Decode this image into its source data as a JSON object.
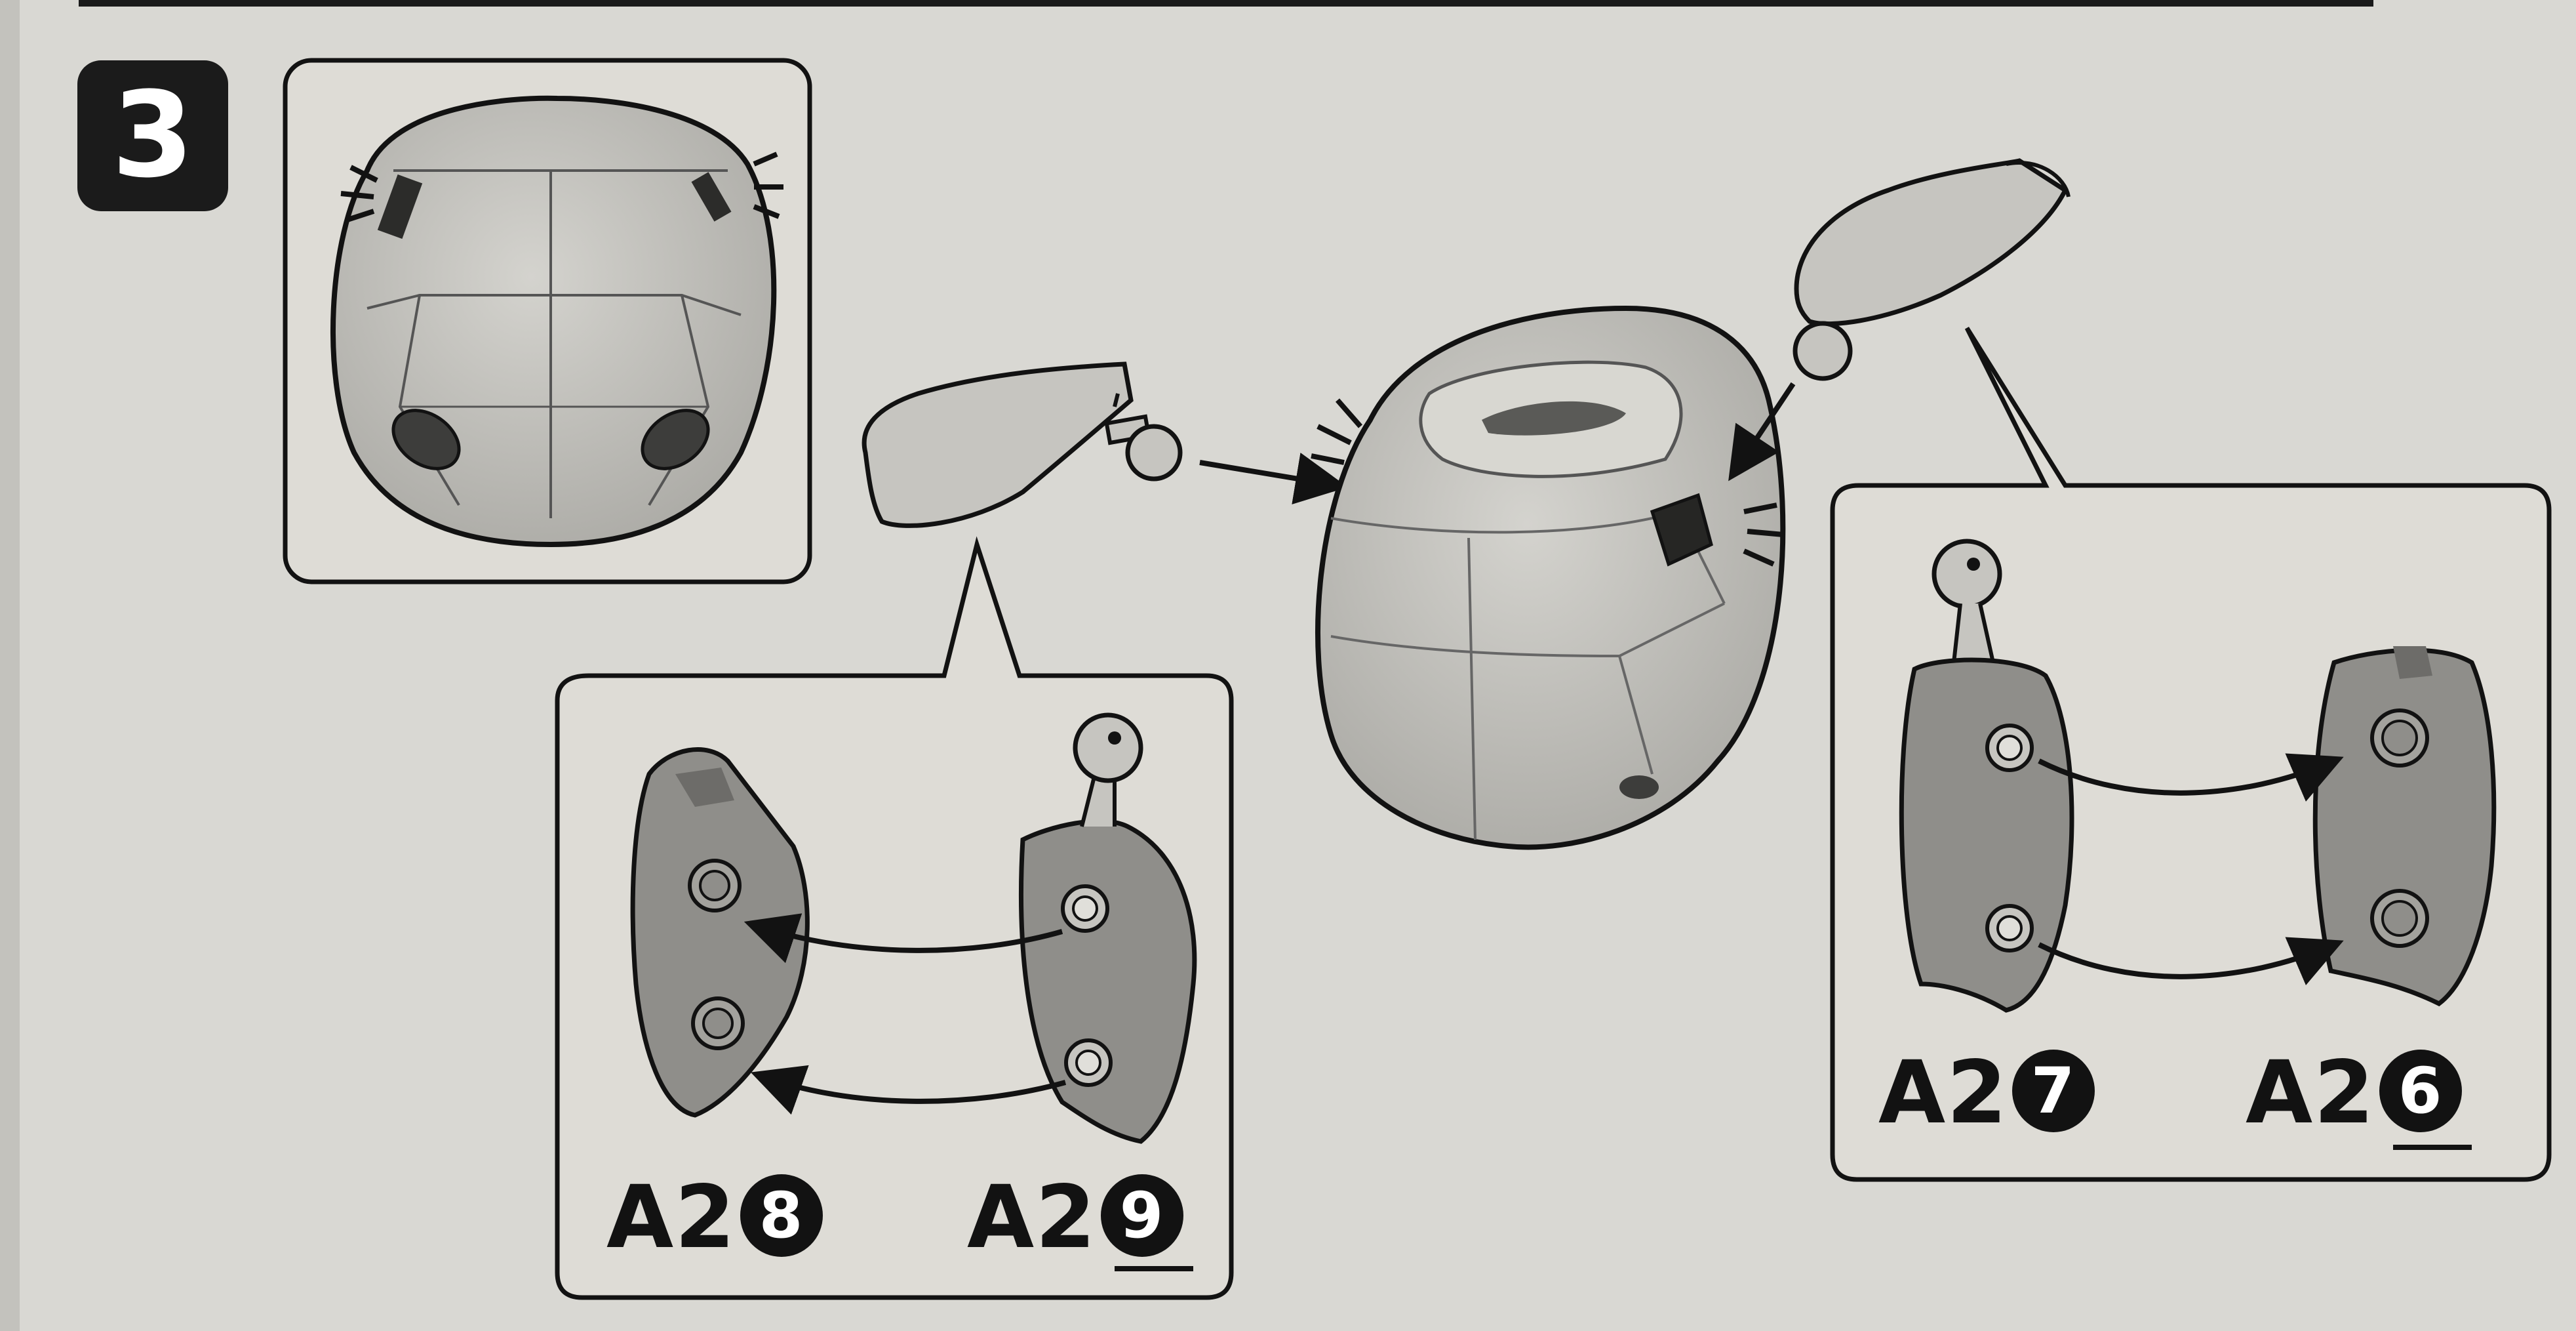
{
  "step": {
    "number": "3"
  },
  "detail_left": {
    "parts": [
      {
        "prefix": "A2",
        "number": "8",
        "underlined": false
      },
      {
        "prefix": "A2",
        "number": "9",
        "underlined": true
      }
    ]
  },
  "detail_right": {
    "parts": [
      {
        "prefix": "A2",
        "number": "7",
        "underlined": false
      },
      {
        "prefix": "A2",
        "number": "6",
        "underlined": true
      }
    ]
  },
  "colors": {
    "paper": "#d9d8d3",
    "ink": "#121212",
    "part_fill": "#c9c8c3",
    "part_shade": "#8f8e8a"
  },
  "icons": [
    "shell-back-view",
    "shell-assembled-view",
    "arm-part-left",
    "arm-part-right",
    "assembly-arrow",
    "peg-arrow"
  ]
}
